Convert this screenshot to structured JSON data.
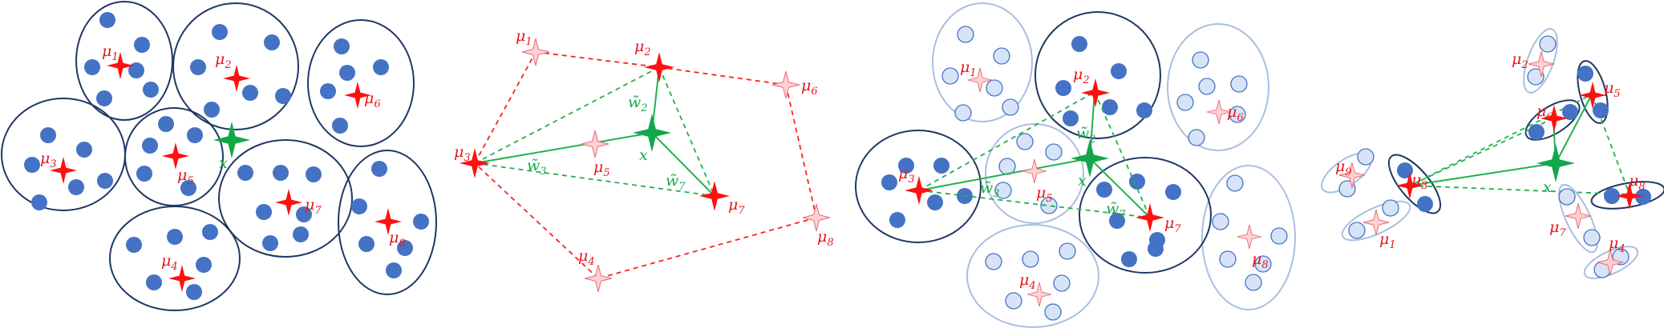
{
  "colors": {
    "red_star": "#ff1010",
    "pink_star": "#ffd0d4",
    "pink_star_stroke": "#e56b73",
    "green_star": "#12a84a",
    "dark_point": "#4472c4",
    "light_point": "#d7e3f6",
    "light_point_stroke": "#4472c4",
    "dark_cluster": "#1f3864",
    "light_cluster": "#a9bfe0",
    "red_dash": "#ff2020",
    "green_line": "#22b14c",
    "label_red": "#e8161c",
    "label_green": "#17a84a"
  },
  "panels": [
    {
      "id": "panel-1-clusters"
    },
    {
      "id": "panel-2-weights"
    },
    {
      "id": "panel-3-selected-clusters"
    },
    {
      "id": "panel-4-sub-clusters"
    }
  ],
  "labels": {
    "p1": {
      "mu1": "μ",
      "mu1_sub": "1",
      "mu2": "μ",
      "mu2_sub": "2",
      "mu3": "μ",
      "mu3_sub": "3",
      "mu4": "μ",
      "mu4_sub": "4",
      "mu5": "μ",
      "mu5_sub": "5",
      "mu6": "μ",
      "mu6_sub": "6",
      "mu7": "μ",
      "mu7_sub": "7",
      "mu8": "μ",
      "mu8_sub": "8",
      "x": "x"
    },
    "p2": {
      "mu1": "μ",
      "mu1_sub": "1",
      "mu2": "μ",
      "mu2_sub": "2",
      "mu3": "μ",
      "mu3_sub": "3",
      "mu4": "μ",
      "mu4_sub": "4",
      "mu5": "μ",
      "mu5_sub": "5",
      "mu6": "μ",
      "mu6_sub": "6",
      "mu7": "μ",
      "mu7_sub": "7",
      "mu8": "μ",
      "mu8_sub": "8",
      "x": "x",
      "w2": "w̃",
      "w2_sub": "2",
      "w3": "w̃",
      "w3_sub": "3",
      "w7": "w̃",
      "w7_sub": "7"
    },
    "p3": {
      "mu1": "μ",
      "mu1_sub": "1",
      "mu2": "μ",
      "mu2_sub": "2",
      "mu3": "μ",
      "mu3_sub": "3",
      "mu4": "μ",
      "mu4_sub": "4",
      "mu5": "μ",
      "mu5_sub": "5",
      "mu6": "μ",
      "mu6_sub": "6",
      "mu7": "μ",
      "mu7_sub": "7",
      "mu8": "μ",
      "mu8_sub": "8",
      "x": "x",
      "w2": "w̃",
      "w2_sub": "2",
      "w3": "w̃",
      "w3_sub": "3",
      "w7": "w̃",
      "w7_sub": "7"
    },
    "p4": {
      "mu1": "μ",
      "mu1_sub": "1",
      "mu2": "μ",
      "mu2_sub": "2",
      "mu3": "μ",
      "mu3_sub": "3",
      "mu4": "μ",
      "mu4_sub": "4",
      "mu5": "μ",
      "mu5_sub": "5",
      "mu6": "μ",
      "mu6_sub": "6",
      "mu7": "μ",
      "mu7_sub": "7",
      "mu8": "μ",
      "mu8_sub": "8",
      "mu9": "μ",
      "mu9_sub": "9",
      "x": "x"
    }
  }
}
